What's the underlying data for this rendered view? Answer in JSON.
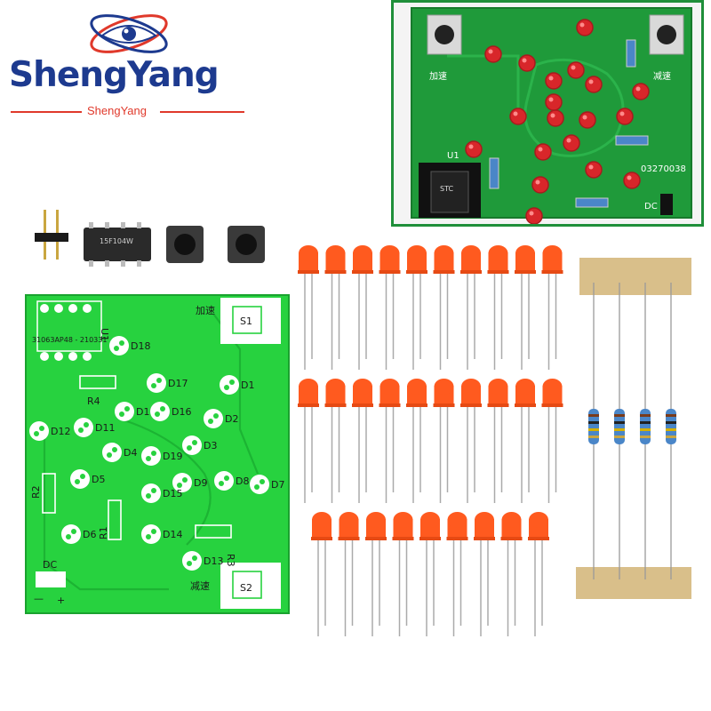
{
  "brand": {
    "name": "ShengYang",
    "sub": "ShengYang"
  },
  "board": {
    "buttons": {
      "accelerate": "加速",
      "decelerate": "减速",
      "s1": "S1",
      "s2": "S2"
    },
    "chip_label": "U1",
    "pcb_code": "31063AP48 - 210331",
    "power_label": "DC",
    "minus": "—",
    "plus": "+",
    "led_labels": [
      "D1",
      "D2",
      "D3",
      "D4",
      "D5",
      "D6",
      "D7",
      "D8",
      "D9",
      "D10",
      "D11",
      "D12",
      "D13",
      "D14",
      "D15",
      "D16",
      "D17",
      "D18",
      "D19"
    ],
    "resistor_labels": [
      "R1",
      "R2",
      "R3",
      "R4"
    ]
  },
  "inset": {
    "accelerate": "加速",
    "decelerate": "减速",
    "code": "03270038",
    "chip_label": "U1",
    "ic_marking": "STC",
    "dc_label": "DC"
  },
  "components": {
    "ic_marking": "15F104W",
    "led_rows": [
      10,
      10,
      9
    ],
    "resistor_count": 4
  },
  "colors": {
    "pcb": "#27d23f",
    "led": "#ff5a1f",
    "brand": "#1d3a8f",
    "accent": "#e0392b"
  }
}
